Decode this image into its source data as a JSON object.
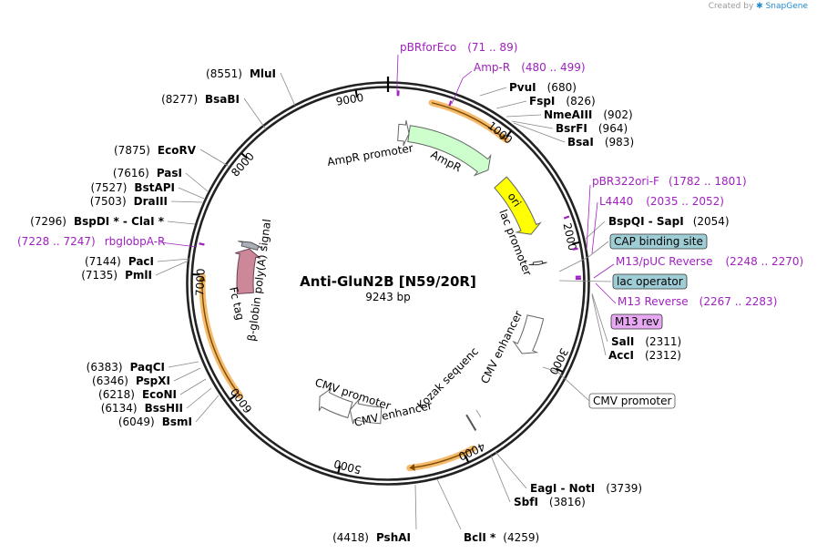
{
  "credit": {
    "prefix": "Created by",
    "brand": "SnapGene"
  },
  "plasmid": {
    "name": "Anti-GluN2B [N59/20R]",
    "size_label": "9243 bp",
    "length": 9243
  },
  "ticks": [
    {
      "pos": 1000,
      "label": "1000"
    },
    {
      "pos": 2000,
      "label": "2000"
    },
    {
      "pos": 3000,
      "label": "3000"
    },
    {
      "pos": 4000,
      "label": "4000"
    },
    {
      "pos": 5000,
      "label": "5000"
    },
    {
      "pos": 6000,
      "label": "6000"
    },
    {
      "pos": 7000,
      "label": "7000"
    },
    {
      "pos": 8000,
      "label": "8000"
    },
    {
      "pos": 9000,
      "label": "9000"
    }
  ],
  "enzymes": [
    {
      "name": "MluI",
      "pos": "(8551)",
      "bp": 8551,
      "side": "left"
    },
    {
      "name": "BsaBI",
      "pos": "(8277)",
      "bp": 8277,
      "side": "left"
    },
    {
      "name": "EcoRV",
      "pos": "(7875)",
      "bp": 7875,
      "side": "left"
    },
    {
      "name": "PasI",
      "pos": "(7616)",
      "bp": 7616,
      "side": "left"
    },
    {
      "name": "BstAPI",
      "pos": "(7527)",
      "bp": 7527,
      "side": "left"
    },
    {
      "name": "DraIII",
      "pos": "(7503)",
      "bp": 7503,
      "side": "left"
    },
    {
      "name": "BspDI *  -  ClaI *",
      "pos": "(7296)",
      "bp": 7296,
      "side": "left"
    },
    {
      "name": "PacI",
      "pos": "(7144)",
      "bp": 7144,
      "side": "left"
    },
    {
      "name": "PmlI",
      "pos": "(7135)",
      "bp": 7135,
      "side": "left"
    },
    {
      "name": "PaqCI",
      "pos": "(6383)",
      "bp": 6383,
      "side": "left"
    },
    {
      "name": "PspXI",
      "pos": "(6346)",
      "bp": 6346,
      "side": "left"
    },
    {
      "name": "EcoNI",
      "pos": "(6218)",
      "bp": 6218,
      "side": "left"
    },
    {
      "name": "BssHII",
      "pos": "(6134)",
      "bp": 6134,
      "side": "left"
    },
    {
      "name": "BsmI",
      "pos": "(6049)",
      "bp": 6049,
      "side": "left"
    },
    {
      "name": "PshAI",
      "pos": "(4418)",
      "bp": 4418,
      "side": "left"
    },
    {
      "name": "PvuI",
      "pos": "(680)",
      "bp": 680,
      "side": "right"
    },
    {
      "name": "FspI",
      "pos": "(826)",
      "bp": 826,
      "side": "right"
    },
    {
      "name": "NmeAIII",
      "pos": "(902)",
      "bp": 902,
      "side": "right"
    },
    {
      "name": "BsrFI",
      "pos": "(964)",
      "bp": 964,
      "side": "right"
    },
    {
      "name": "BsaI",
      "pos": "(983)",
      "bp": 983,
      "side": "right"
    },
    {
      "name": "BspQI  -  SapI",
      "pos": "(2054)",
      "bp": 2054,
      "side": "right"
    },
    {
      "name": "SalI",
      "pos": "(2311)",
      "bp": 2311,
      "side": "right"
    },
    {
      "name": "AccI",
      "pos": "(2312)",
      "bp": 2312,
      "side": "right"
    },
    {
      "name": "EagI  -  NotI",
      "pos": "(3739)",
      "bp": 3739,
      "side": "right"
    },
    {
      "name": "SbfI",
      "pos": "(3816)",
      "bp": 3816,
      "side": "right"
    },
    {
      "name": "BclI *",
      "pos": "(4259)",
      "bp": 4259,
      "side": "right"
    }
  ],
  "primers": [
    {
      "name": "pBRforEco",
      "range": "(71 .. 89)",
      "bp": 80
    },
    {
      "name": "Amp-R",
      "range": "(480 .. 499)",
      "bp": 490
    },
    {
      "name": "pBR322ori-F",
      "range": "(1782 .. 1801)",
      "bp": 1790
    },
    {
      "name": "L4440",
      "range": "(2035 .. 2052)",
      "bp": 2044
    },
    {
      "name": "M13/pUC Reverse",
      "range": "(2248 .. 2270)",
      "bp": 2259
    },
    {
      "name": "M13 Reverse",
      "range": "(2267 .. 2283)",
      "bp": 2275
    },
    {
      "name": "rbglobpA-R",
      "range": "(7228 .. 7247)",
      "bp": 7238
    }
  ],
  "boxed_labels": [
    {
      "text": "CAP binding site",
      "style": "teal",
      "bp": 2210
    },
    {
      "text": "lac operator",
      "style": "teal",
      "bp": 2240
    },
    {
      "text": "M13 rev",
      "style": "violet",
      "bp": 2280
    },
    {
      "text": "CMV promoter",
      "style": "white",
      "bp": 3000
    }
  ],
  "features": [
    {
      "name": "AmpR promoter",
      "start": 100,
      "end": 205,
      "color": "#ffffff",
      "stroke": "#666666",
      "radius": 166
    },
    {
      "name": "AmpR",
      "start": 205,
      "end": 1065,
      "color": "#ccffcc",
      "stroke": "#666666",
      "radius": 166
    },
    {
      "name": "ori",
      "start": 1235,
      "end": 1825,
      "color": "#ffff00",
      "stroke": "#666666",
      "radius": 166
    },
    {
      "name": "lac promoter",
      "start": 2100,
      "end": 2130,
      "color": "#ffffff",
      "stroke": "#333333",
      "radius": 166
    },
    {
      "name": "CMV enhancer",
      "start": 2640,
      "end": 3020,
      "color": "#ffffff",
      "stroke": "#666666",
      "radius": 166
    },
    {
      "name": "CMV promoter",
      "start": 4700,
      "end": 5050,
      "color": "#ffffff",
      "stroke": "#666666",
      "radius": 145
    },
    {
      "name": "CMV enhancer",
      "start": 5050,
      "end": 5420,
      "color": "#ffffff",
      "stroke": "#666666",
      "radius": 145
    },
    {
      "name": "Fc tag",
      "start": 6830,
      "end": 7290,
      "color": "#cc8899",
      "stroke": "#664455",
      "radius": 157
    },
    {
      "name": "β-globin poly(A) signal",
      "start": 7300,
      "end": 7360,
      "color": "#aab0b8",
      "stroke": "#555555",
      "radius": 157
    }
  ],
  "inner_labels": [
    {
      "text": "AmpR promoter",
      "kind": "feature"
    },
    {
      "text": "AmpR",
      "kind": "feature"
    },
    {
      "text": "ori",
      "kind": "feature"
    },
    {
      "text": "lac promoter",
      "kind": "feature"
    },
    {
      "text": "CMV enhancer",
      "kind": "feature"
    },
    {
      "text": "Kozak sequence",
      "kind": "feature"
    },
    {
      "text": "CMV promoter",
      "kind": "feature"
    },
    {
      "text": "CMV enhancer",
      "kind": "feature"
    },
    {
      "text": "Fc tag",
      "kind": "feature"
    },
    {
      "text": "β-globin poly(A) signal",
      "kind": "feature"
    }
  ],
  "highlights": [
    {
      "start": 350,
      "end": 1010,
      "color": "#f2a33a"
    },
    {
      "start": 3920,
      "end": 4450,
      "color": "#f2a33a"
    },
    {
      "start": 5980,
      "end": 6990,
      "color": "#f2a33a"
    }
  ],
  "colors": {
    "ring": "#222222",
    "primer": "#a020c0",
    "teal_box": "#9fcdd6",
    "violet_box": "#e6a8f0",
    "highlight": "#f2a33a"
  }
}
